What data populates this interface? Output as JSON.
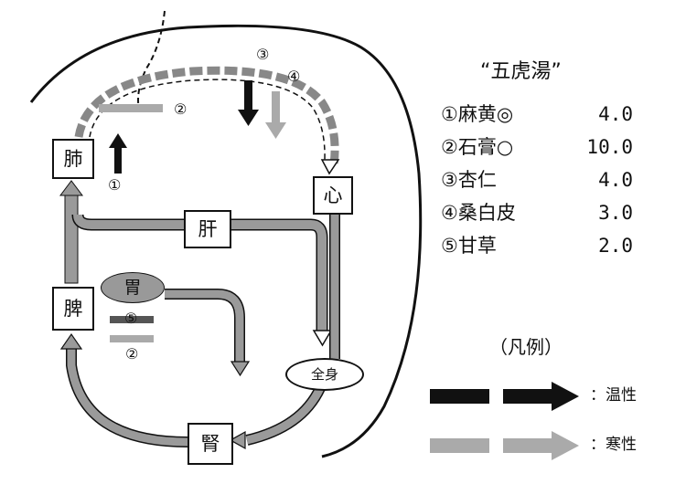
{
  "nodes": {
    "lung": "肺",
    "heart": "心",
    "liver": "肝",
    "spleen": "脾",
    "stomach": "胃",
    "kidney": "腎",
    "whole_body": "全身"
  },
  "markers": {
    "m1": "①",
    "m2_top": "②",
    "m3": "③",
    "m4": "④",
    "m5": "⑤",
    "m2_bottom": "②"
  },
  "formula": {
    "title": "“五虎湯”",
    "rows": [
      {
        "herb": "①麻黄◎",
        "amount": "4.0"
      },
      {
        "herb": "②石膏○",
        "amount": "10.0"
      },
      {
        "herb": "③杏仁",
        "amount": "4.0"
      },
      {
        "herb": "④桑白皮",
        "amount": "3.0"
      },
      {
        "herb": "⑤甘草",
        "amount": "2.0"
      }
    ]
  },
  "legend": {
    "title": "（凡例）",
    "warm": "：温性",
    "cold": "：寒性"
  },
  "colors": {
    "warm": "#111111",
    "cold": "#a9a9a9",
    "flow": "#9a9a9a"
  }
}
